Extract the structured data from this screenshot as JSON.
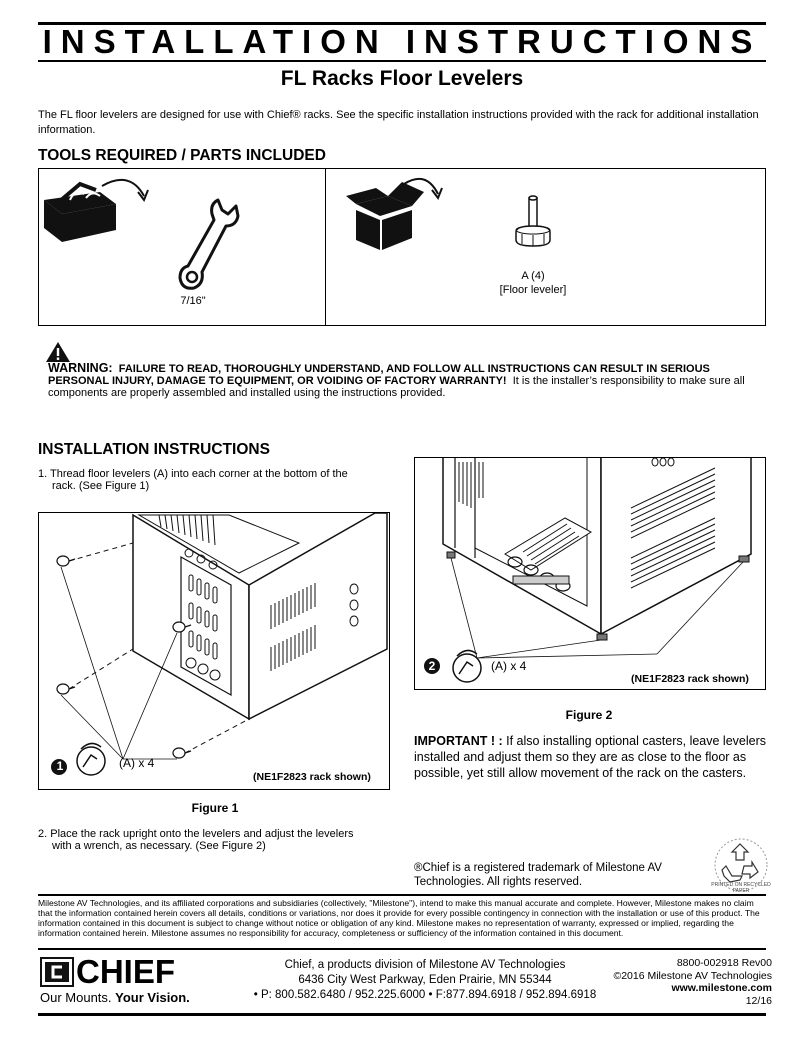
{
  "header": {
    "title": "INSTALLATION INSTRUCTIONS",
    "subtitle": "FL Racks Floor Levelers"
  },
  "intro": "The FL floor levelers are designed for use with Chief® racks. See the specific installation instructions provided with the rack for additional installation information.",
  "tools": {
    "heading": "TOOLS REQUIRED / PARTS INCLUDED",
    "wrench_size": "7/16\"",
    "part_label": "A (4)",
    "part_name": "[Floor leveler]"
  },
  "warning": {
    "label": "WARNING:",
    "bold_text": "FAILURE TO READ, THOROUGHLY UNDERSTAND, AND FOLLOW ALL INSTRUCTIONS CAN RESULT IN SERIOUS PERSONAL INJURY, DAMAGE TO EQUIPMENT, OR VOIDING OF FACTORY WARRANTY!",
    "text": "It is the installer’s responsibility to make sure all components are properly assembled and installed using the instructions provided."
  },
  "instructions": {
    "heading": "INSTALLATION INSTRUCTIONS",
    "step1_line1": "1. Thread floor levelers (A) into each corner at the bottom of the",
    "step1_line2": "rack. (See Figure 1)",
    "step2_line1": "2. Place the rack upright onto the levelers and adjust the levelers",
    "step2_line2": "with a wrench, as necessary. (See Figure 2)"
  },
  "figure1": {
    "step_number": "1",
    "callout": "(A) x 4",
    "model_note": "(NE1F2823 rack shown)",
    "caption": "Figure 1"
  },
  "figure2": {
    "step_number": "2",
    "callout": "(A) x 4",
    "model_note": "(NE1F2823 rack shown)",
    "caption": "Figure 2"
  },
  "important": {
    "label": "IMPORTANT ! :",
    "text": "If also installing optional casters, leave levelers installed and adjust them so they are as close to the floor as possible, yet still allow movement of the rack on the casters."
  },
  "trademark": "®Chief is a registered trademark of Milestone AV Technologies. All rights reserved.",
  "recycle_note": "PRINTED ON RECYCLED PAPER",
  "disclaimer": "Milestone AV Technologies, and its affiliated corporations and subsidiaries (collectively, \"Milestone\"), intend to make this manual accurate and complete. However, Milestone makes no claim that the information contained herein covers all details, conditions or variations, nor does it provide for every possible contingency in connection with the installation or use of this product. The information contained in this document is subject to change without notice or obligation of any kind. Milestone makes no representation of warranty, expressed or implied, regarding the information contained herein. Milestone assumes no responsibility for accuracy, completeness or sufficiency of the information contained in this document.",
  "footer": {
    "logo_text": "CHIEF",
    "tagline_regular": "Our Mounts.",
    "tagline_bold": "Your Vision.",
    "address_line1": "Chief, a products division of Milestone AV Technologies",
    "address_line2": "6436 City West Parkway, Eden Prairie, MN 55344",
    "address_line3": "• P: 800.582.6480 / 952.225.6000   • F:877.894.6918 / 952.894.6918",
    "doc_number": "8800-002918 Rev00",
    "copyright": "©2016 Milestone AV Technologies",
    "website": "www.milestone.com",
    "date": "12/16"
  }
}
